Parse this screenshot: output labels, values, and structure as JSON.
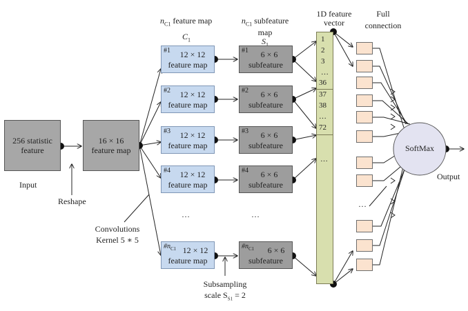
{
  "input": {
    "box_label": "256 statistic feature",
    "caption": "Input"
  },
  "reshape_label": "Reshape",
  "map16": {
    "label": "16 × 16 feature map"
  },
  "convolution": {
    "line1": "Convolutions",
    "line2": "Kernel 5 ∗ 5"
  },
  "c1": {
    "header": "n",
    "header_sub": "C1",
    "header_tail": " feature map",
    "layer": "C",
    "layer_sub": "1"
  },
  "s1": {
    "header": "n",
    "header_sub": "C1",
    "header_tail": " subfeature",
    "header_line2": "map",
    "layer": "S",
    "layer_sub": "1"
  },
  "feature_maps": [
    {
      "index": "#1",
      "line1": "12 × 12",
      "line2": "feature map"
    },
    {
      "index": "#2",
      "line1": "12 × 12",
      "line2": "feature map"
    },
    {
      "index": "#3",
      "line1": "12 × 12",
      "line2": "feature map"
    },
    {
      "index": "#4",
      "line1": "12 × 12",
      "line2": "feature map"
    },
    {
      "index": "#n",
      "index_sub": "C1",
      "line1": "12 × 12",
      "line2": "feature map"
    }
  ],
  "subfeatures": [
    {
      "index": "#1",
      "line1": "6 × 6",
      "line2": "subfeature"
    },
    {
      "index": "#2",
      "line1": "6 × 6",
      "line2": "subfeature"
    },
    {
      "index": "#3",
      "line1": "6 × 6",
      "line2": "subfeature"
    },
    {
      "index": "#4",
      "line1": "6 × 6",
      "line2": "subfeature"
    },
    {
      "index": "#n",
      "index_sub": "C1",
      "line1": "6 × 6",
      "line2": "subfeature"
    }
  ],
  "ellipsis": "…",
  "vector": {
    "title_line1": "1D feature",
    "title_line2": "vector",
    "seg1": [
      "1",
      "2",
      "3",
      "…",
      "36"
    ],
    "seg2": [
      "37",
      "38",
      "…",
      "72"
    ],
    "seg3": [
      "…"
    ]
  },
  "full_connection": {
    "line1": "Full",
    "line2": "connection"
  },
  "softmax": "SoftMax",
  "output": "Output",
  "subsampling": {
    "line1": "Subsampling",
    "line2": "scale S",
    "sub": "S1",
    "tail": " = 2"
  }
}
